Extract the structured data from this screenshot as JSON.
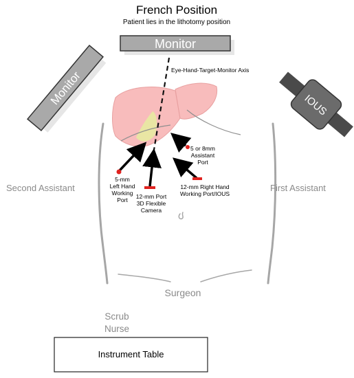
{
  "title": "French Position",
  "subtitle": "Patient lies in the lithotomy position",
  "monitor_top_label": "Monitor",
  "monitor_left_label": "Monitor",
  "ious_label": "IOUS",
  "axis_label": "Eye-Hand-Target-Monitor Axis",
  "ports": {
    "left_hand": [
      "5-mm",
      "Left Hand",
      "Working Port"
    ],
    "camera": [
      "12-mm Port",
      "3D Flexible",
      "Camera"
    ],
    "right_hand": [
      "12-mm Right Hand",
      "Working Port/IOUS"
    ],
    "assistant": [
      "5 or 8mm",
      "Assistant",
      "Port"
    ]
  },
  "second_assistant": "Second Assistant",
  "first_assistant": "First Assistant",
  "surgeon": "Surgeon",
  "scrub_nurse": [
    "Scrub",
    "Nurse"
  ],
  "instrument_table": "Instrument Table",
  "colors": {
    "monitor_fill": "#a9a9a9",
    "monitor_shadow": "#e3e3e3",
    "ious_fill": "#6b6b6b",
    "liver_fill": "#f7b8b8",
    "gallbladder_fill": "#e6eda0",
    "port_marker": "#e0221f",
    "body_outline": "#a6a6a6"
  }
}
